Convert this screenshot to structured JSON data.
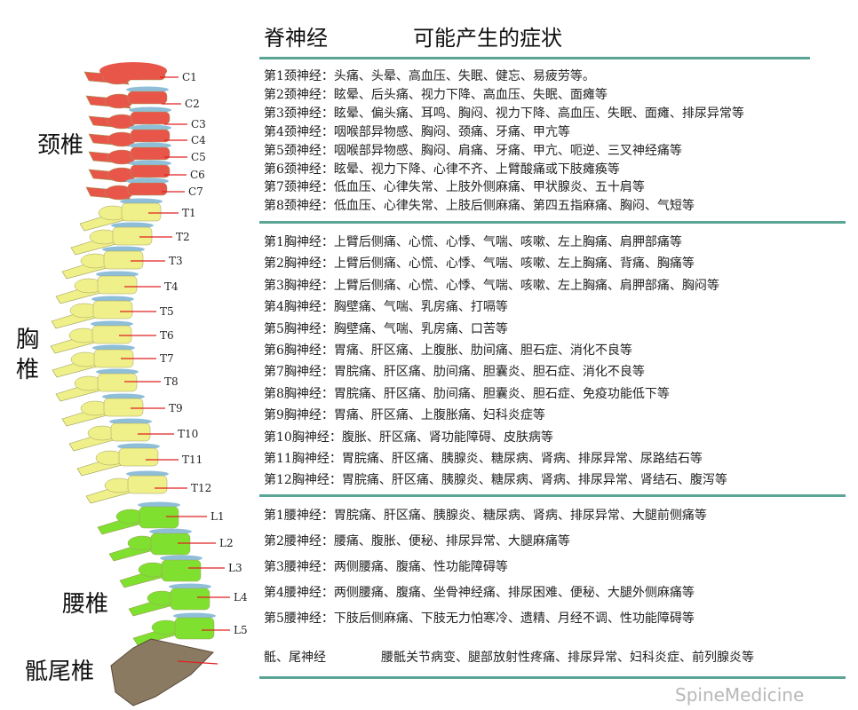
{
  "header": {
    "col1": "脊神经",
    "col2": "可能产生的症状"
  },
  "regions": {
    "cervical": "颈椎",
    "thoracic": "胸椎",
    "lumbar": "腰椎",
    "sacral": "骶尾椎"
  },
  "vertebra_labels": [
    "C1",
    "C2",
    "C3",
    "C4",
    "C5",
    "C6",
    "C7",
    "T1",
    "T2",
    "T3",
    "T4",
    "T5",
    "T6",
    "T7",
    "T8",
    "T9",
    "T10",
    "T11",
    "T12",
    "L1",
    "L2",
    "L3",
    "L4",
    "L5"
  ],
  "colors": {
    "cervical": "#e8564a",
    "thoracic": "#f0f08a",
    "lumbar": "#7fe030",
    "disc": "#8fbfd8",
    "sacrum": "#8a7a62",
    "label_line": "#e02020",
    "rule": "#5aa596"
  },
  "cervical_rows": [
    {
      "label": "第1颈神经：",
      "text": "头痛、头晕、高血压、失眠、健忘、易疲劳等。"
    },
    {
      "label": "第2颈神经：",
      "text": "眩晕、后头痛、视力下降、高血压、失眠、面瘫等"
    },
    {
      "label": "第3颈神经：",
      "text": "眩晕、偏头痛、耳鸣、胸闷、视力下降、高血压、失眠、面瘫、排尿异常等"
    },
    {
      "label": "第4颈神经：",
      "text": "咽喉部异物感、胸闷、颈痛、牙痛、甲亢等"
    },
    {
      "label": "第5颈神经：",
      "text": "咽喉部异物感、胸闷、肩痛、牙痛、甲亢、呃逆、三叉神经痛等"
    },
    {
      "label": "第6颈神经：",
      "text": "眩晕、视力下降、心律不齐、上臂酸痛或下肢瘫痪等"
    },
    {
      "label": "第7颈神经：",
      "text": "低血压、心律失常、上肢外侧麻痛、甲状腺炎、五十肩等"
    },
    {
      "label": "第8颈神经：",
      "text": "低血压、心律失常、上肢后侧麻痛、第四五指麻痛、胸闷、气短等"
    }
  ],
  "thoracic_rows": [
    {
      "label": "第1胸神经：",
      "text": "上臂后侧痛、心慌、心悸、气喘、咳嗽、左上胸痛、肩胛部痛等"
    },
    {
      "label": "第2胸神经：",
      "text": "上臂后侧痛、心慌、心悸、气喘、咳嗽、左上胸痛、背痛、胸痛等"
    },
    {
      "label": "第3胸神经：",
      "text": "上臂后侧痛、心慌、心悸、气喘、咳嗽、左上胸痛、肩胛部痛、胸闷等"
    },
    {
      "label": "第4胸神经：",
      "text": "胸壁痛、气喘、乳房痛、打嗝等"
    },
    {
      "label": "第5胸神经：",
      "text": "胸壁痛、气喘、乳房痛、口苦等"
    },
    {
      "label": "第6胸神经：",
      "text": "胃痛、肝区痛、上腹胀、肋间痛、胆石症、消化不良等"
    },
    {
      "label": "第7胸神经：",
      "text": "胃脘痛、肝区痛、肋间痛、胆囊炎、胆石症、消化不良等"
    },
    {
      "label": "第8胸神经：",
      "text": "胃脘痛、肝区痛、肋间痛、胆囊炎、胆石症、免疫功能低下等"
    },
    {
      "label": "第9胸神经：",
      "text": "胃痛、肝区痛、上腹胀痛、妇科炎症等"
    },
    {
      "label": "第10胸神经：",
      "text": "腹胀、肝区痛、肾功能障碍、皮肤病等"
    },
    {
      "label": "第11胸神经：",
      "text": "胃脘痛、肝区痛、胰腺炎、糖尿病、肾病、排尿异常、尿路结石等"
    },
    {
      "label": "第12胸神经：",
      "text": "胃脘痛、肝区痛、胰腺炎、糖尿病、肾病、排尿异常、肾结石、腹泻等"
    }
  ],
  "lumbar_rows": [
    {
      "label": "第1腰神经：",
      "text": "胃脘痛、肝区痛、胰腺炎、糖尿病、肾病、排尿异常、大腿前侧痛等"
    },
    {
      "label": "第2腰神经：",
      "text": "腰痛、腹胀、便秘、排尿异常、大腿麻痛等"
    },
    {
      "label": "第3腰神经：",
      "text": "两侧腰痛、腹痛、性功能障碍等"
    },
    {
      "label": "第4腰神经：",
      "text": "两侧腰痛、腹痛、坐骨神经痛、排尿困难、便秘、大腿外侧麻痛等"
    },
    {
      "label": "第5腰神经：",
      "text": "下肢后侧麻痛、下肢无力怕寒冷、遗精、月经不调、性功能障碍等"
    }
  ],
  "sacral_row": {
    "label": "骶、尾神经",
    "text": "腰骶关节病变、腿部放射性疼痛、排尿异常、妇科炎症、前列腺炎等"
  },
  "watermark": "SpineMedicine"
}
